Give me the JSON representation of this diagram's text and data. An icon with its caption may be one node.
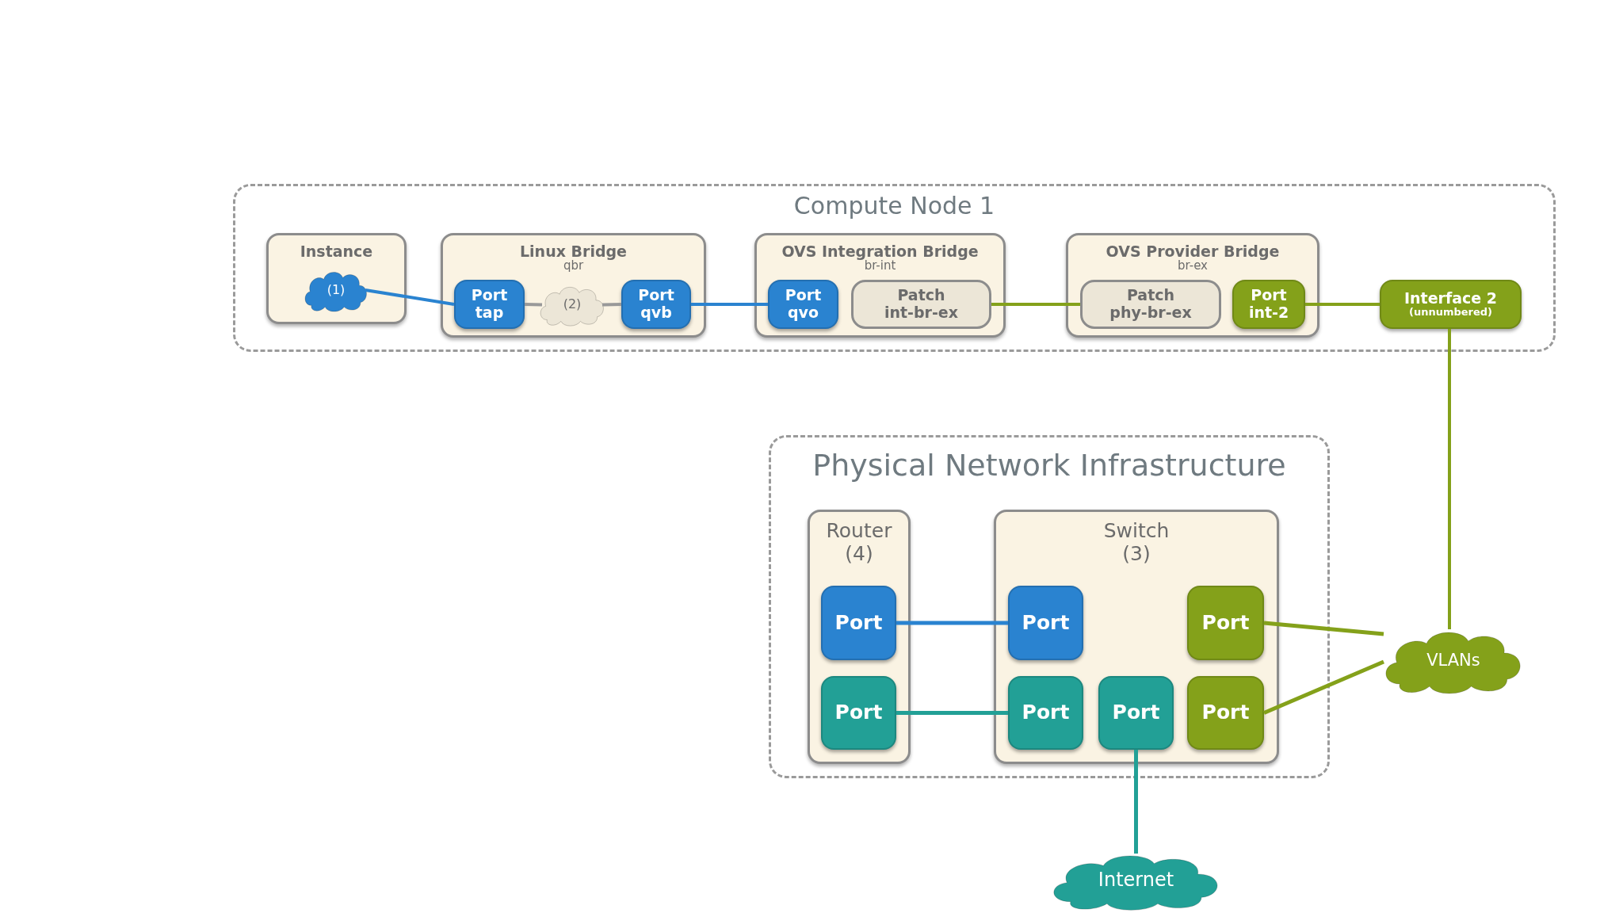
{
  "diagram": {
    "nodes": [
      {
        "text": [
          "Compute Node 1"
        ]
      },
      {
        "text": [
          "Instance"
        ],
        "in": 0
      },
      {
        "text": [
          "(1)"
        ],
        "in": 1
      },
      {
        "text": [
          "Linux Bridge",
          "qbr"
        ],
        "in": 0
      },
      {
        "text": [
          "Port tap"
        ],
        "in": 3
      },
      {
        "text": [
          "(2)"
        ],
        "in": 3
      },
      {
        "text": [
          "Port qvb"
        ],
        "in": 3
      },
      {
        "text": [
          "OVS Integration Bridge",
          "br-int"
        ],
        "in": 0
      },
      {
        "text": [
          "Port qvo"
        ],
        "in": 7
      },
      {
        "text": [
          "Patch int-br-ex"
        ],
        "in": 7
      },
      {
        "text": [
          "OVS Provider Bridge",
          "br-ex"
        ],
        "in": 0
      },
      {
        "text": [
          "Patch phy-br-ex"
        ],
        "in": 10
      },
      {
        "text": [
          "Port int-2"
        ],
        "in": 10
      },
      {
        "text": [
          "Interface 2",
          "(unnumbered)"
        ],
        "in": 0
      },
      {
        "text": [
          "Physical Network Infrastructure"
        ]
      },
      {
        "text": [
          "Router",
          "(4)"
        ],
        "in": 14
      },
      {
        "text": [
          "Port"
        ],
        "in": 15
      },
      {
        "text": [
          "Port"
        ],
        "in": 15
      },
      {
        "text": [
          "Switch",
          "(3)"
        ],
        "in": 14
      },
      {
        "text": [
          "Port"
        ],
        "in": 18
      },
      {
        "text": [
          "Port"
        ],
        "in": 18
      },
      {
        "text": [
          "Port"
        ],
        "in": 18
      },
      {
        "text": [
          "Port"
        ],
        "in": 18
      },
      {
        "text": [
          "Port"
        ],
        "in": 18
      },
      {
        "text": [
          "VLANs"
        ]
      },
      {
        "text": [
          "Internet"
        ]
      }
    ],
    "edges": [
      {
        "from": 2,
        "to": 4,
        "arrow": "none",
        "color": "#2a83d0"
      },
      {
        "from": 4,
        "to": 5,
        "arrow": "none",
        "color": "#999999"
      },
      {
        "from": 5,
        "to": 6,
        "arrow": "none",
        "color": "#999999"
      },
      {
        "from": 6,
        "to": 8,
        "arrow": "none",
        "color": "#2a83d0"
      },
      {
        "from": 9,
        "to": 11,
        "arrow": "none"
      },
      {
        "from": 12,
        "to": 13,
        "arrow": "none"
      },
      {
        "from": 13,
        "to": 24,
        "arrow": "none"
      },
      {
        "from": 20,
        "to": 24,
        "arrow": "none"
      },
      {
        "from": 23,
        "to": 24,
        "arrow": "none"
      },
      {
        "from": 16,
        "to": 19,
        "arrow": "none",
        "color": "#2a83d0"
      },
      {
        "from": 17,
        "to": 21,
        "arrow": "none",
        "color": "#22a096"
      },
      {
        "from": 22,
        "to": 25,
        "arrow": "none",
        "color": "#22a096"
      }
    ]
  }
}
